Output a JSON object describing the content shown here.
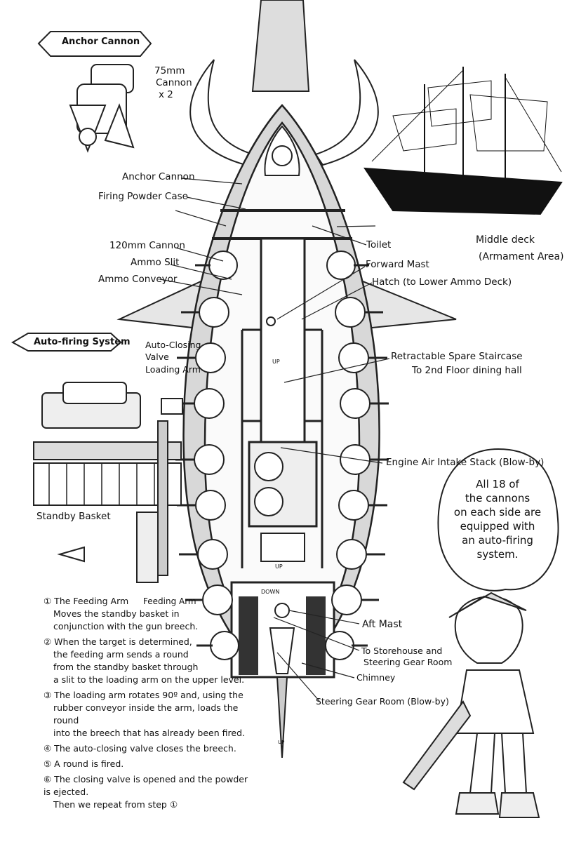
{
  "insets": {
    "anchor_title": "Anchor Cannon",
    "anchor_note": [
      "75mm",
      "Cannon",
      "x 2"
    ],
    "autofire_title": "Auto-firing System",
    "autofire_callouts": [
      "Auto-Closing",
      "Valve",
      "Loading Arm"
    ],
    "standby_basket": "Standby Basket",
    "feeding_arm": "Feeding Arm"
  },
  "deck_caption": [
    "Middle deck",
    "(Armament Area)"
  ],
  "callouts_left": [
    "Anchor Cannon",
    "Firing Powder Case",
    "120mm  Cannon",
    "Ammo Slit",
    "Ammo Conveyor"
  ],
  "callouts_right": [
    "Toilet",
    "Forward Mast",
    "Hatch (to Lower Ammo Deck)",
    "Retractable Spare Staircase",
    "To 2nd Floor dining hall",
    "Engine Air Intake Stack (Blow-by)",
    "Aft Mast",
    "To Storehouse and",
    "Steering Gear Room",
    "Chimney",
    "Steering Gear Room (Blow-by)"
  ],
  "plan_marks": [
    "UP",
    "UP",
    "DOWN",
    "UP"
  ],
  "steps": [
    [
      "① The Feeding Arm",
      "Moves the standby basket in",
      "conjunction with the gun breech."
    ],
    [
      "② When the target is determined,",
      "the feeding arm sends a round",
      "from the standby basket through",
      "a slit to the loading arm on the upper level."
    ],
    [
      "③ The loading arm rotates 90º and, using the",
      "rubber conveyor inside the arm, loads the round",
      "into the breech that has already been fired."
    ],
    [
      "④ The auto-closing valve closes the breech."
    ],
    [
      "⑤ A round is fired."
    ],
    [
      "⑥ The closing valve is opened and the powder is ejected.",
      "Then we repeat from step ①"
    ]
  ],
  "speech_bubble": [
    "All 18 of",
    "the cannons",
    "on each side are",
    "equipped with",
    "an auto-firing",
    "system."
  ]
}
